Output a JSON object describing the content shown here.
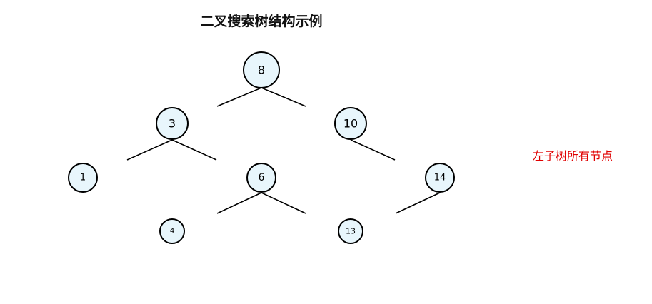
{
  "title": "二叉搜索树结构示例",
  "annotation": {
    "text": "左子树所有节点",
    "color": "#e00000"
  },
  "colors": {
    "node_fill": "#e8f6fc",
    "node_stroke": "#000000",
    "edge": "#000000"
  },
  "nodes": [
    {
      "id": "n8",
      "label": "8"
    },
    {
      "id": "n3",
      "label": "3"
    },
    {
      "id": "n10",
      "label": "10"
    },
    {
      "id": "n1",
      "label": "1"
    },
    {
      "id": "n6",
      "label": "6"
    },
    {
      "id": "n14",
      "label": "14"
    },
    {
      "id": "n4",
      "label": "4"
    },
    {
      "id": "n13",
      "label": "13"
    }
  ],
  "edges": [
    {
      "from": "n8",
      "to": "n3"
    },
    {
      "from": "n8",
      "to": "n10"
    },
    {
      "from": "n3",
      "to": "n1"
    },
    {
      "from": "n3",
      "to": "n6"
    },
    {
      "from": "n10",
      "to": "n14"
    },
    {
      "from": "n6",
      "to": "n4"
    },
    {
      "from": "n6",
      "to": "n13"
    },
    {
      "from": "n14",
      "to": "n13"
    }
  ]
}
